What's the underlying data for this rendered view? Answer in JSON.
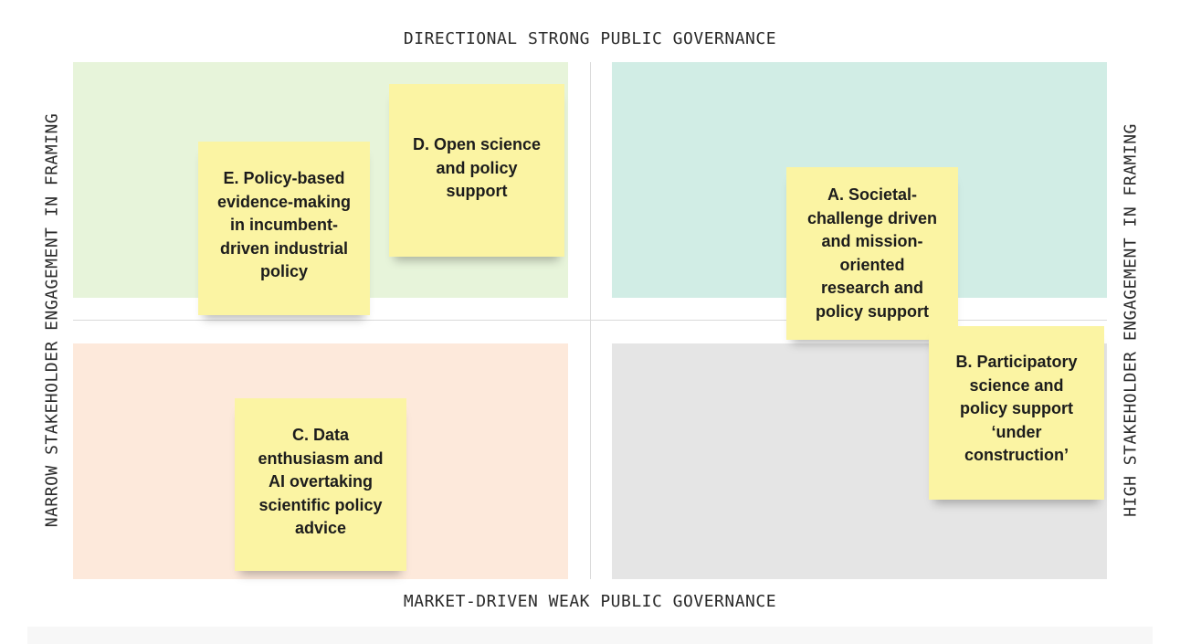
{
  "axes": {
    "top": "DIRECTIONAL STRONG PUBLIC GOVERNANCE",
    "bottom": "MARKET-DRIVEN WEAK PUBLIC GOVERNANCE",
    "left": "NARROW STAKEHOLDER ENGAGEMENT IN FRAMING",
    "right": "HIGH STAKEHOLDER ENGAGEMENT IN FRAMING"
  },
  "colors": {
    "quadrant_top_left": "#e7f4da",
    "quadrant_top_right": "#d1ede5",
    "quadrant_bottom_left": "#fde9db",
    "quadrant_bottom_right": "#e5e5e5",
    "sticky_note": "#fbf4a3"
  },
  "notes": {
    "d": "D. Open science\nand policy\nsupport",
    "e": "E. Policy-based\nevidence-making\nin incumbent-\ndriven industrial\npolicy",
    "a": "A. Societal-\nchallenge driven\nand mission-\noriented\nresearch and\npolicy support",
    "b": "B. Participatory\nscience and\npolicy support\n‘under\nconstruction’",
    "c": "C. Data\nenthusiasm and\nAI overtaking\nscientific policy\nadvice"
  }
}
